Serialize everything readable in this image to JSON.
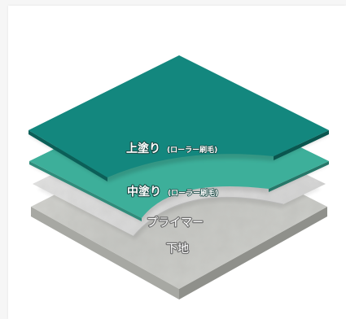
{
  "layers": {
    "top_coat": {
      "label": "上塗り",
      "note": "(ローラー刷毛)"
    },
    "middle_coat": {
      "label": "中塗り",
      "note": "(ローラー刷毛)"
    },
    "primer": {
      "label": "プライマー"
    },
    "substrate": {
      "label": "下地"
    }
  },
  "colors": {
    "top_coat": "#13877e",
    "middle_coat": "#3daf9a",
    "primer": "#d6d6d6",
    "substrate": "#c9cac6"
  }
}
